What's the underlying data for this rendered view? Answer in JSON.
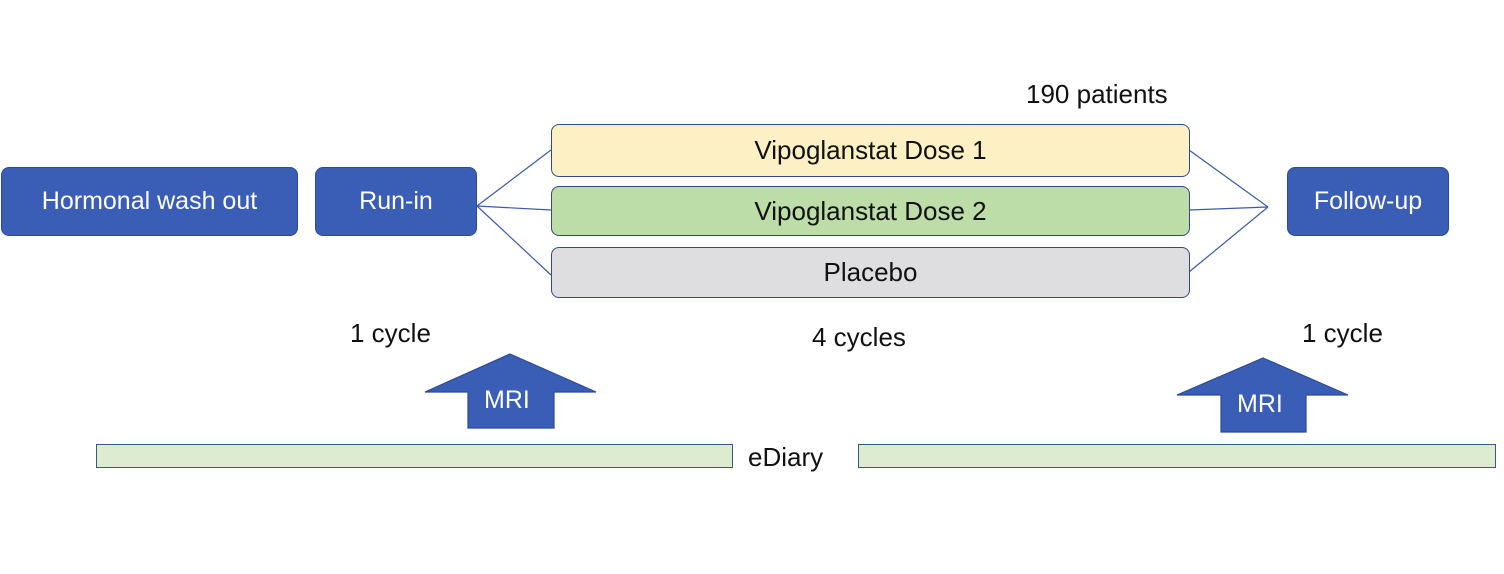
{
  "phases": {
    "washout": "Hormonal wash out",
    "runin": "Run-in",
    "followup": "Follow-up"
  },
  "arms": {
    "dose1": "Vipoglanstat Dose 1",
    "dose2": "Vipoglanstat Dose 2",
    "placebo": "Placebo"
  },
  "labels": {
    "patients": "190 patients",
    "runin_duration": "1 cycle",
    "treatment_duration": "4 cycles",
    "followup_duration": "1 cycle",
    "ediary": "eDiary"
  },
  "markers": {
    "mri_left": "MRI",
    "mri_right": "MRI"
  },
  "colors": {
    "phase_fill": "#3a5db5",
    "dose1_fill": "#fdf0c4",
    "dose2_fill": "#bcdda7",
    "placebo_fill": "#dedddf",
    "ediary_fill": "#ddecd1",
    "connector": "#3b5ba5"
  }
}
